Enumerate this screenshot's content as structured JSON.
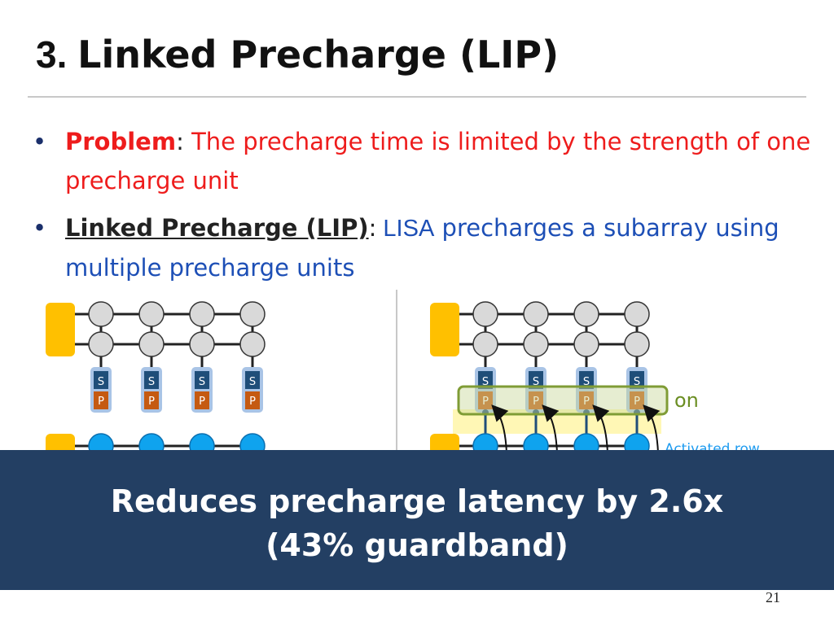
{
  "title": {
    "number": "3.",
    "text": "Linked Precharge (LIP)"
  },
  "bullets": [
    {
      "label": "Problem",
      "sep": ":",
      "text": " The precharge time is limited by the strength of one precharge unit"
    },
    {
      "label": "Linked Precharge (LIP)",
      "sep": ":",
      "text_a": " LISA",
      "text_b": " precharges a subarray using multiple precharge units"
    }
  ],
  "diagram": {
    "sense_amp_top": "S",
    "sense_amp_bottom": "P",
    "on_label": "on",
    "activated_row_label": "Activated row"
  },
  "banner": {
    "line1": "Reduces precharge latency by 2.6x",
    "line2": "(43% guardband)"
  },
  "page_number": "21",
  "colors": {
    "cell_grey": "#d9d9d9",
    "cell_blue": "#0fa3ee",
    "bank_yellow": "#ffc000",
    "sa_blue": "#1f4e79",
    "pu_brown": "#c55a11",
    "link_green": "#7f9c35",
    "banner_navy": "#233f63"
  }
}
